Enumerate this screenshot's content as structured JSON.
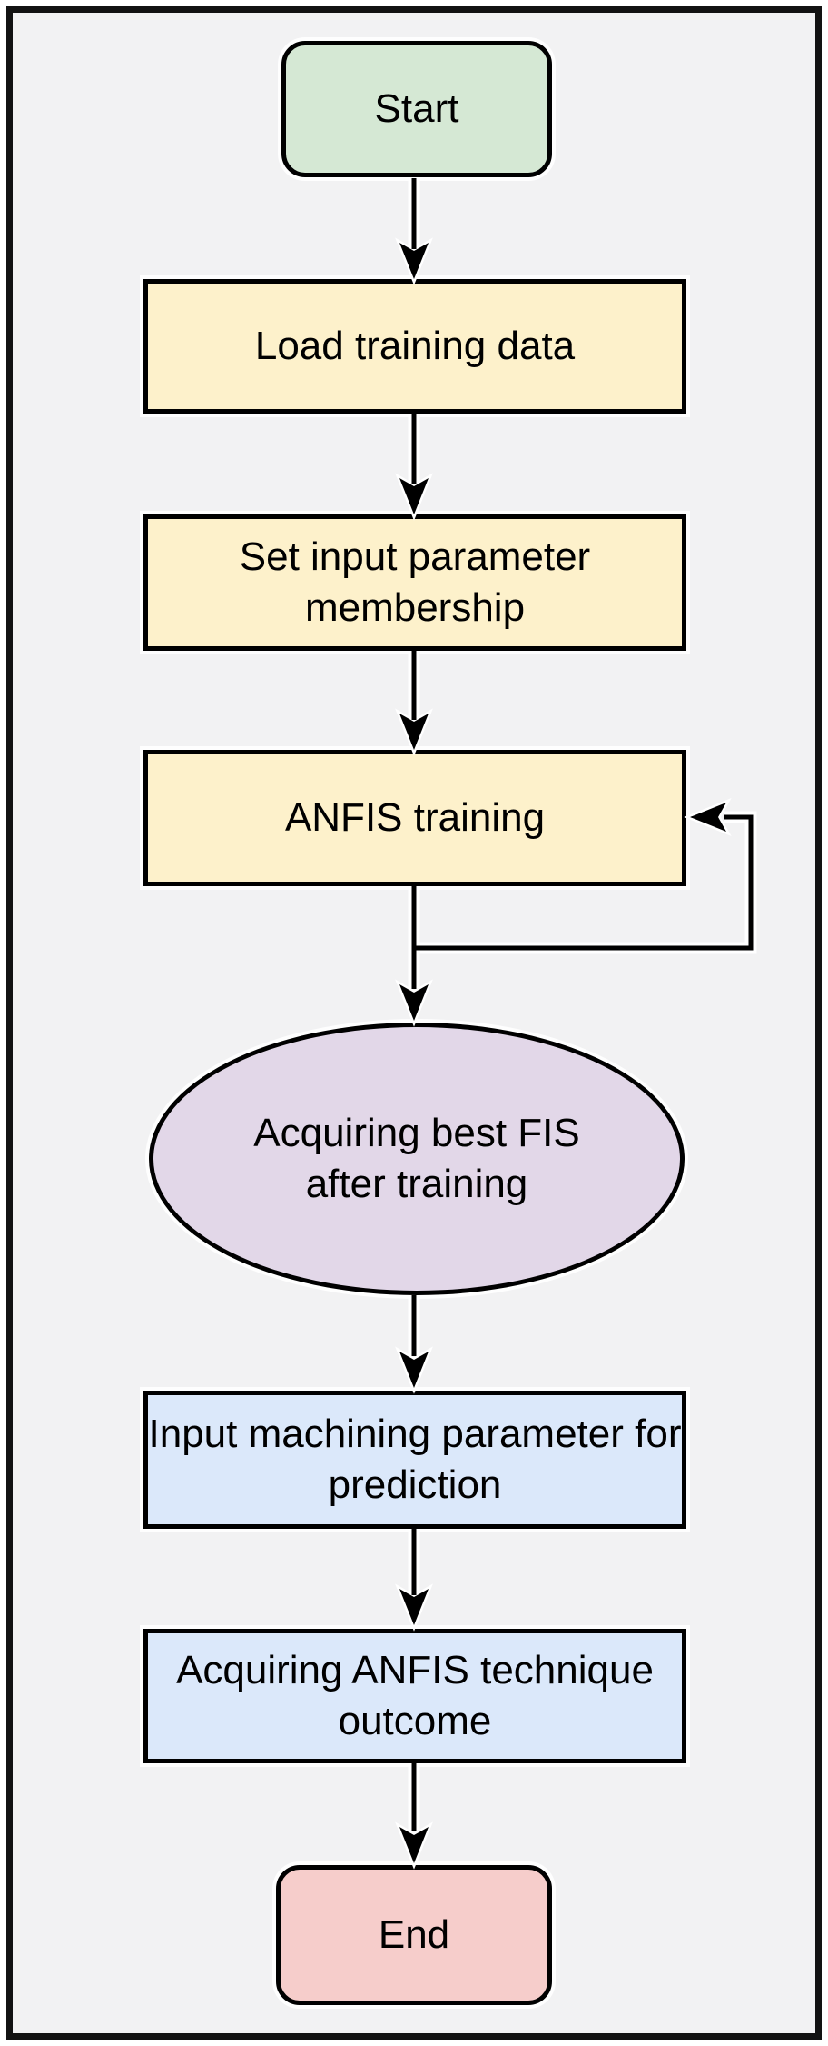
{
  "figure": {
    "type": "flowchart",
    "direction": "top-to-bottom"
  },
  "colors": {
    "background": "#f2f2f3",
    "ink": "#000000",
    "arrow": "#000000",
    "frame_border": "#121212"
  },
  "nodes": {
    "start": {
      "label": "Start",
      "shape": "rounded-rectangle",
      "fill": "#d5e8d4"
    },
    "load": {
      "label": "Load training data",
      "shape": "rectangle",
      "fill": "#fdf1cb"
    },
    "set": {
      "label": "Set input parameter membership",
      "shape": "rectangle",
      "fill": "#fdf1cb"
    },
    "anfis": {
      "label": "ANFIS training",
      "shape": "rectangle",
      "fill": "#fdf1cb"
    },
    "bestfis": {
      "label": "Acquiring best FIS after training",
      "shape": "ellipse",
      "fill": "#e2d7e8"
    },
    "input": {
      "label": "Input machining parameter for prediction",
      "shape": "rectangle",
      "fill": "#dbe8fa"
    },
    "outcome": {
      "label": "Acquiring ANFIS technique outcome",
      "shape": "rectangle",
      "fill": "#dbe8fa"
    },
    "end": {
      "label": "End",
      "shape": "rounded-rectangle",
      "fill": "#f6cdcb"
    }
  },
  "edges": [
    {
      "from": "start",
      "to": "load",
      "type": "arrow"
    },
    {
      "from": "load",
      "to": "set",
      "type": "arrow"
    },
    {
      "from": "set",
      "to": "anfis",
      "type": "arrow"
    },
    {
      "from": "anfis",
      "to": "bestfis",
      "type": "arrow"
    },
    {
      "from": "anfis",
      "to": "anfis",
      "type": "feedback-loop-arrow"
    },
    {
      "from": "bestfis",
      "to": "input",
      "type": "arrow"
    },
    {
      "from": "input",
      "to": "outcome",
      "type": "arrow"
    },
    {
      "from": "outcome",
      "to": "end",
      "type": "arrow"
    }
  ]
}
